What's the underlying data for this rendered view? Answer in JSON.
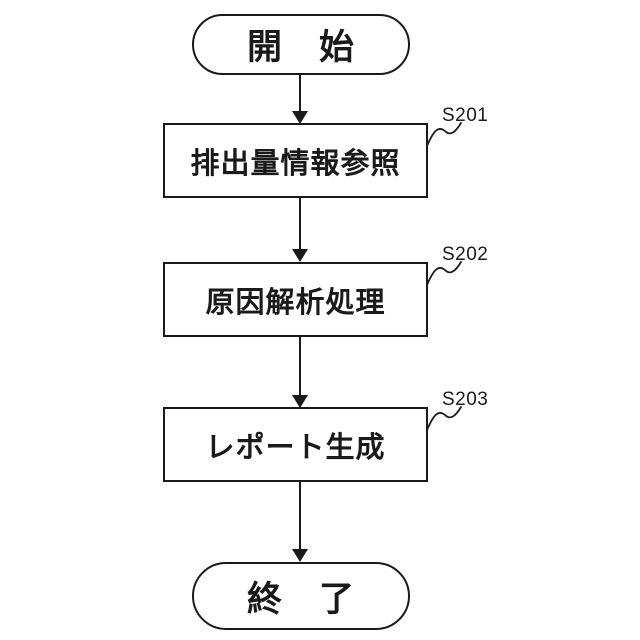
{
  "figure": {
    "type": "flowchart",
    "background_color": "#ffffff",
    "line_color": "#1a1a1a"
  },
  "flowchart": {
    "start_label": "開　始",
    "end_label": "終　了",
    "steps": [
      {
        "id": "S201",
        "label": "排出量情報参照"
      },
      {
        "id": "S202",
        "label": "原因解析処理"
      },
      {
        "id": "S203",
        "label": "レポート生成"
      }
    ]
  }
}
